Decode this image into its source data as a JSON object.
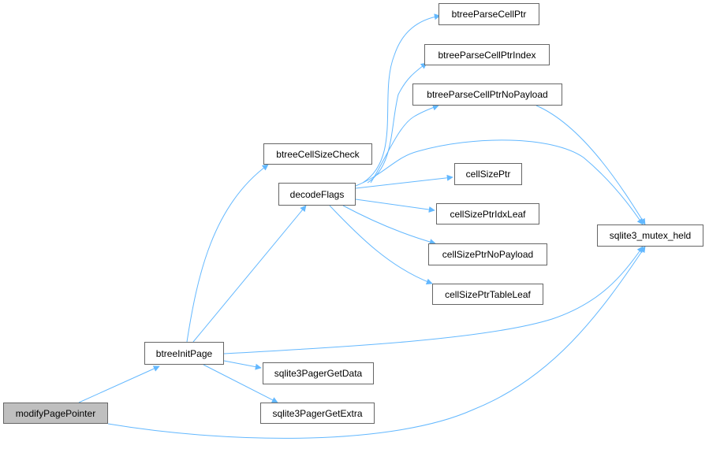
{
  "colors": {
    "edge": "#63b8ff",
    "node_border": "#666666",
    "root_fill": "#bfbfbf"
  },
  "nodes": {
    "modifyPagePointer": "modifyPagePointer",
    "btreeInitPage": "btreeInitPage",
    "btreeCellSizeCheck": "btreeCellSizeCheck",
    "decodeFlags": "decodeFlags",
    "sqlite3PagerGetData": "sqlite3PagerGetData",
    "sqlite3PagerGetExtra": "sqlite3PagerGetExtra",
    "sqlite3_mutex_held": "sqlite3_mutex_held",
    "btreeParseCellPtr": "btreeParseCellPtr",
    "btreeParseCellPtrIndex": "btreeParseCellPtrIndex",
    "btreeParseCellPtrNoPayload": "btreeParseCellPtrNoPayload",
    "cellSizePtr": "cellSizePtr",
    "cellSizePtrIdxLeaf": "cellSizePtrIdxLeaf",
    "cellSizePtrNoPayload": "cellSizePtrNoPayload",
    "cellSizePtrTableLeaf": "cellSizePtrTableLeaf"
  },
  "edges": [
    [
      "modifyPagePointer",
      "btreeInitPage"
    ],
    [
      "modifyPagePointer",
      "sqlite3_mutex_held"
    ],
    [
      "btreeInitPage",
      "btreeCellSizeCheck"
    ],
    [
      "btreeInitPage",
      "decodeFlags"
    ],
    [
      "btreeInitPage",
      "sqlite3_mutex_held"
    ],
    [
      "btreeInitPage",
      "sqlite3PagerGetData"
    ],
    [
      "btreeInitPage",
      "sqlite3PagerGetExtra"
    ],
    [
      "btreeCellSizeCheck",
      "btreeParseCellPtr"
    ],
    [
      "btreeCellSizeCheck",
      "btreeParseCellPtrIndex"
    ],
    [
      "btreeCellSizeCheck",
      "btreeParseCellPtrNoPayload"
    ],
    [
      "decodeFlags",
      "sqlite3_mutex_held"
    ],
    [
      "decodeFlags",
      "cellSizePtr"
    ],
    [
      "decodeFlags",
      "cellSizePtrIdxLeaf"
    ],
    [
      "decodeFlags",
      "cellSizePtrNoPayload"
    ],
    [
      "decodeFlags",
      "cellSizePtrTableLeaf"
    ],
    [
      "btreeParseCellPtrNoPayload",
      "sqlite3_mutex_held"
    ]
  ]
}
